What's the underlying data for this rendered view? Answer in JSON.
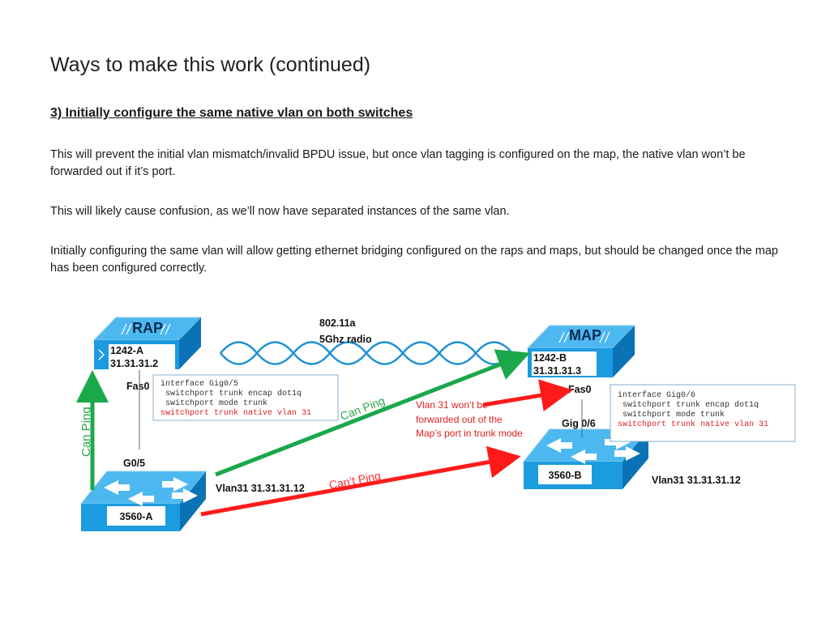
{
  "slide": {
    "title": "Ways to make this work (continued)",
    "subtitle": "3) Initially configure the same native vlan on both switches",
    "paragraphs": [
      "This will prevent the initial vlan mismatch/invalid BPDU issue, but once vlan tagging is configured on the map, the native vlan won’t be forwarded out if it’s port.",
      "This will likely cause confusion, as we’ll now have separated instances of the same vlan.",
      "Initially configuring the same vlan will allow getting ethernet bridging configured on the raps and maps, but should be changed once the map has been configured correctly."
    ]
  },
  "diagram": {
    "radio_label": [
      "802.11a",
      "5Ghz radio"
    ],
    "rap": {
      "name": "RAP",
      "model": "1242-A",
      "ip": "31.31.31.2",
      "port": "Fas0"
    },
    "map": {
      "name": "MAP",
      "model": "1242-B",
      "ip": "31.31.31.3",
      "port": "Fas0"
    },
    "switch_a": {
      "name": "3560-A",
      "port": "G0/5",
      "vlan_label": "Vlan31 31.31.31.12"
    },
    "switch_b": {
      "name": "3560-B",
      "port": "Gig 0/6",
      "vlan_label": "Vlan31 31.31.31.12"
    },
    "config_a": {
      "lines": [
        "interface Gig0/5",
        " switchport trunk encap dot1q",
        " switchport mode trunk"
      ],
      "highlight": "switchport trunk native vlan 31"
    },
    "config_b": {
      "lines": [
        "interface Gig0/6",
        " switchport trunk encap dot1q",
        " switchport mode trunk"
      ],
      "highlight": "switchport trunk native vlan 31"
    },
    "arrows": {
      "can_ping_vertical": "Can Ping",
      "can_ping_diagonal": "Can Ping",
      "cant_ping": "Can’t Ping"
    },
    "note": [
      "Vlan 31 won’t be",
      "forwarded out of the",
      "Map’s port in trunk mode"
    ]
  },
  "colors": {
    "device_blue": "#1b9be0",
    "device_dark": "#0b73b5",
    "green_arrow": "#1aa84a",
    "red_arrow": "#ff1a1a",
    "ping_green_text": "#2aa64a",
    "ping_red_text": "#ff2b2b"
  }
}
